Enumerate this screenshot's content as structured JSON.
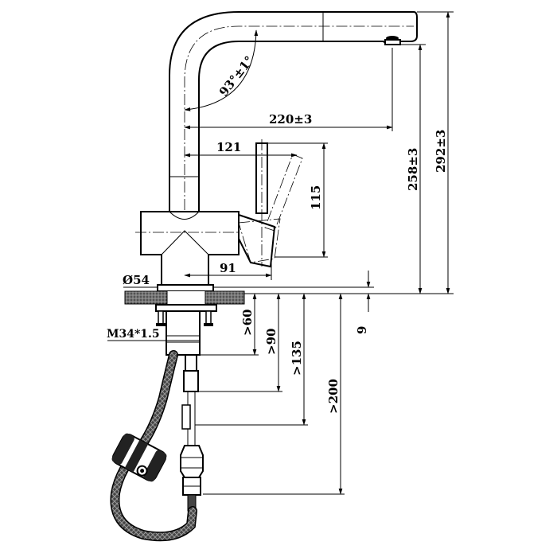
{
  "dimensions": {
    "spout_angle": "93°±1°",
    "spout_reach": "220±3",
    "lever_offset": "121",
    "lever_height": "115",
    "body_width": "91",
    "base_diameter": "Ø54",
    "thread": "M34*1.5",
    "spout_height": "258±3",
    "total_height": "292±3",
    "countertop_gap": "9",
    "min_60": ">60",
    "min_90": ">90",
    "min_135": ">135",
    "min_200": ">200"
  }
}
